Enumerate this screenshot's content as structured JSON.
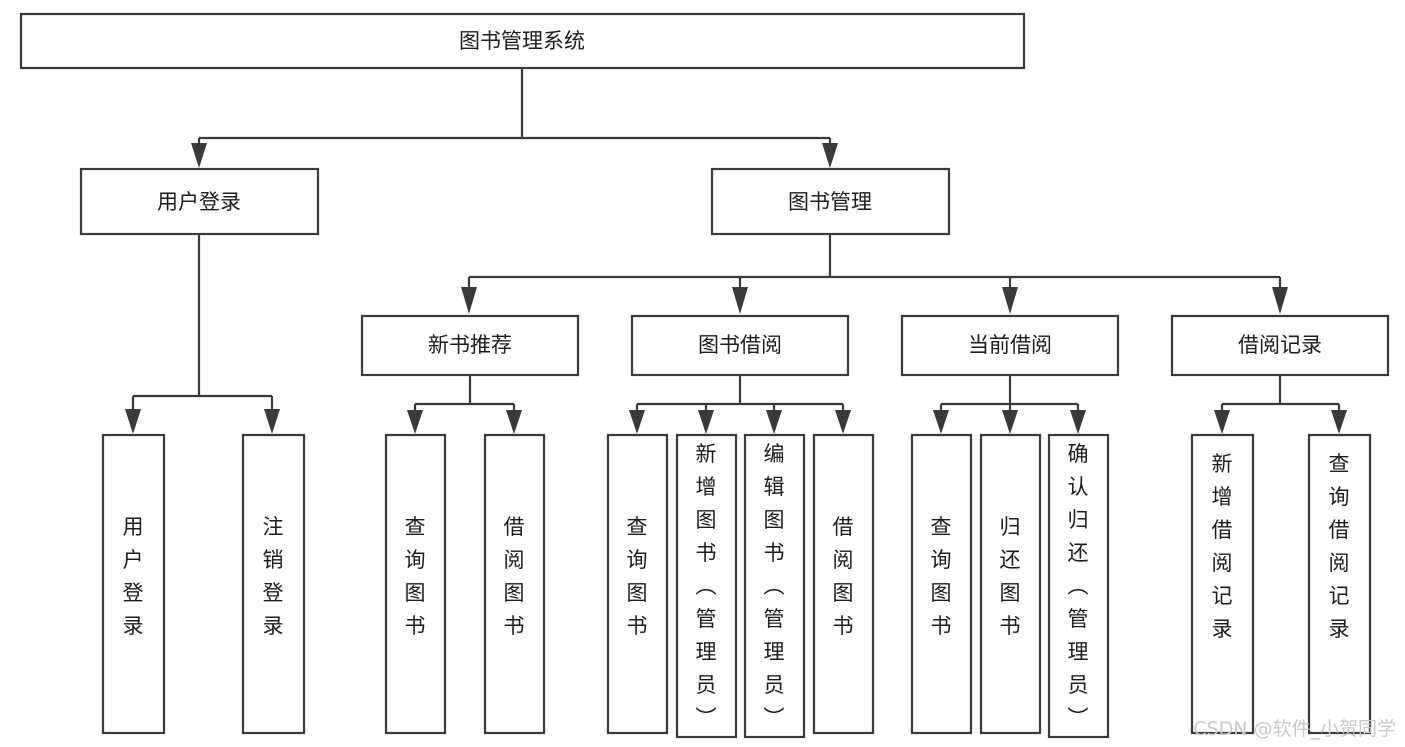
{
  "diagram": {
    "type": "tree-hierarchy-chart",
    "title_node": "图书管理系统",
    "colors": {
      "stroke": "#3a3a3a",
      "fill": "#ffffff",
      "text": "#1c1c1c",
      "watermark": "#c9c9c9",
      "background": "#ffffff"
    },
    "level1": [
      {
        "label": "用户登录"
      },
      {
        "label": "图书管理"
      }
    ],
    "level2": [
      {
        "label": "新书推荐"
      },
      {
        "label": "图书借阅"
      },
      {
        "label": "当前借阅"
      },
      {
        "label": "借阅记录"
      }
    ],
    "leaves_user_login": [
      {
        "label": "用户登录"
      },
      {
        "label": "注销登录"
      }
    ],
    "leaves_new_book": [
      {
        "label": "查询图书"
      },
      {
        "label": "借阅图书"
      }
    ],
    "leaves_borrow": [
      {
        "label": "查询图书"
      },
      {
        "label": "新增图书（管理员）"
      },
      {
        "label": "编辑图书（管理员）"
      },
      {
        "label": "借阅图书"
      }
    ],
    "leaves_current": [
      {
        "label": "查询图书"
      },
      {
        "label": "归还图书"
      },
      {
        "label": "确认归还（管理员）"
      }
    ],
    "leaves_record": [
      {
        "label": "新增借阅记录"
      },
      {
        "label": "查询借阅记录"
      }
    ]
  },
  "watermark": {
    "text": "CSDN @软件_小贺同学"
  }
}
